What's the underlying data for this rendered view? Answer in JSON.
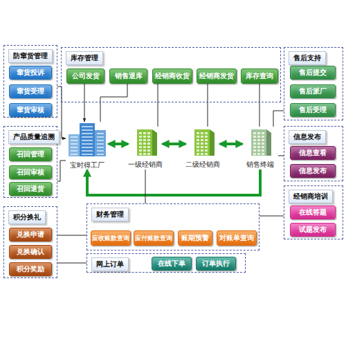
{
  "diagram": {
    "nodes": [
      {
        "text": [
          "防窜货管理"
        ]
      },
      {
        "text": [
          "窜货投诉"
        ],
        "in": 0
      },
      {
        "text": [
          "窜货受理"
        ],
        "in": 0
      },
      {
        "text": [
          "窜货审核"
        ],
        "in": 0
      },
      {
        "text": [
          "库存管理"
        ]
      },
      {
        "text": [
          "公司发货"
        ],
        "in": 4
      },
      {
        "text": [
          "销售退库"
        ],
        "in": 4
      },
      {
        "text": [
          "经销商收货"
        ],
        "in": 4
      },
      {
        "text": [
          "经销商发货"
        ],
        "in": 4
      },
      {
        "text": [
          "库存查询"
        ],
        "in": 4
      },
      {
        "text": [
          "售后支持"
        ]
      },
      {
        "text": [
          "售后提交"
        ],
        "in": 10
      },
      {
        "text": [
          "售后派厂"
        ],
        "in": 10
      },
      {
        "text": [
          "售后受理"
        ],
        "in": 10
      },
      {
        "text": [
          "产品质量追溯"
        ]
      },
      {
        "text": [
          "召回管理"
        ],
        "in": 14
      },
      {
        "text": [
          "召回审核"
        ],
        "in": 14
      },
      {
        "text": [
          "召回退货"
        ],
        "in": 14
      },
      {
        "text": [
          "宝时得工厂"
        ]
      },
      {
        "text": [
          "一级经销商"
        ]
      },
      {
        "text": [
          "二级经销商"
        ]
      },
      {
        "text": [
          "销售终端"
        ]
      },
      {
        "text": [
          "信息发布"
        ]
      },
      {
        "text": [
          "信息查看"
        ],
        "in": 22
      },
      {
        "text": [
          "信息发布"
        ],
        "in": 22
      },
      {
        "text": [
          "经销商培训"
        ]
      },
      {
        "text": [
          "在线答题"
        ],
        "in": 25
      },
      {
        "text": [
          "试题发布"
        ],
        "in": 25
      },
      {
        "text": [
          "积分换礼"
        ]
      },
      {
        "text": [
          "兑换申请"
        ],
        "in": 28
      },
      {
        "text": [
          "兑换确认"
        ],
        "in": 28
      },
      {
        "text": [
          "积分奖励"
        ],
        "in": 28
      },
      {
        "text": [
          "财务管理"
        ]
      },
      {
        "text": [
          "应收账款查询"
        ],
        "in": 32
      },
      {
        "text": [
          "应付账款查询"
        ],
        "in": 32
      },
      {
        "text": [
          "账期预警"
        ],
        "in": 32
      },
      {
        "text": [
          "对账单查询"
        ],
        "in": 32
      },
      {
        "text": [
          "网上订单"
        ]
      },
      {
        "text": [
          "在线下单"
        ],
        "in": 37
      },
      {
        "text": [
          "订单执行"
        ],
        "in": 37
      }
    ],
    "edges": [
      {
        "from": 18,
        "to": 19,
        "arrow": "both"
      },
      {
        "from": 19,
        "to": 20,
        "arrow": "both"
      },
      {
        "from": 20,
        "to": 21,
        "arrow": "both"
      },
      {
        "from": 21,
        "to": 18,
        "arrow": "to"
      },
      {
        "from": 5,
        "to": 18,
        "arrow": "to"
      },
      {
        "from": 6,
        "to": 18,
        "arrow": "none"
      },
      {
        "from": 7,
        "to": 19,
        "arrow": "none"
      },
      {
        "from": 8,
        "to": 20,
        "arrow": "none"
      },
      {
        "from": 9,
        "to": 21,
        "arrow": "none"
      },
      {
        "from": 0,
        "to": 18,
        "arrow": "to"
      },
      {
        "from": 14,
        "to": 18,
        "arrow": "none"
      },
      {
        "from": 10,
        "to": 21,
        "arrow": "none"
      },
      {
        "from": 22,
        "to": 21,
        "arrow": "none"
      },
      {
        "from": 25,
        "to": 32,
        "arrow": "none"
      },
      {
        "from": 28,
        "to": 32,
        "arrow": "none"
      },
      {
        "from": 32,
        "to": 19,
        "arrow": "none"
      },
      {
        "from": 37,
        "to": 28,
        "arrow": "none"
      }
    ]
  }
}
